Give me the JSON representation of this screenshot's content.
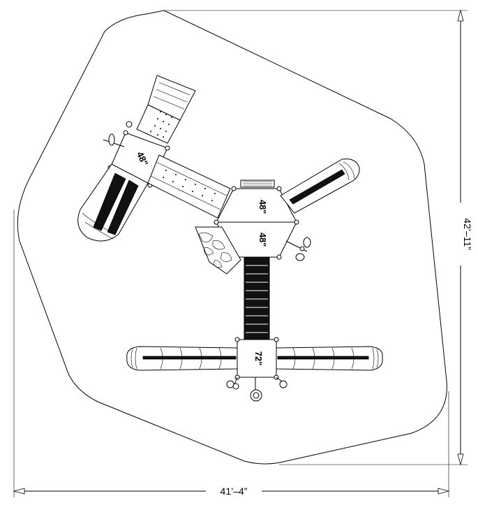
{
  "dimensions": {
    "width_label": "41’–4”",
    "height_label": "42’–11”"
  },
  "decks": [
    {
      "id": "deck-left",
      "label": "48\""
    },
    {
      "id": "deck-top",
      "label": "48\""
    },
    {
      "id": "deck-center",
      "label": "48\""
    },
    {
      "id": "deck-bottom",
      "label": "72\""
    }
  ]
}
